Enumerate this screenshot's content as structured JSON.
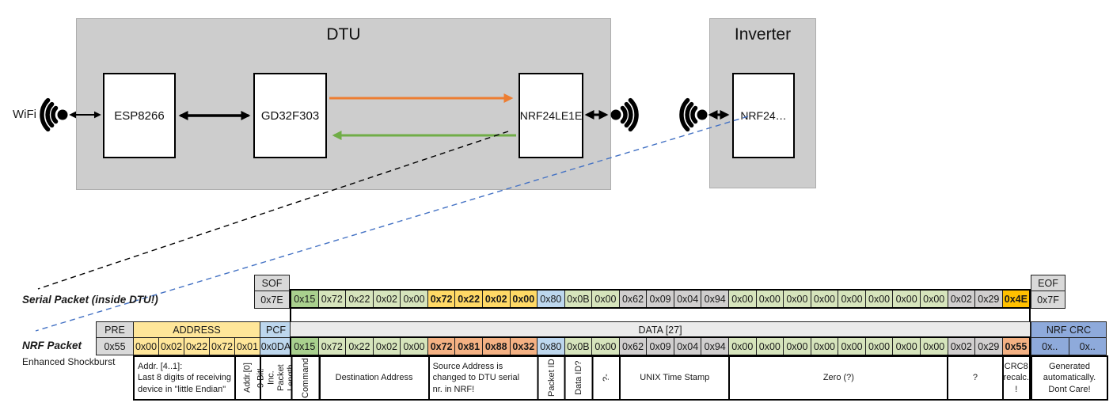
{
  "diagram": {
    "wifi_label": "WiFi",
    "dtu": {
      "title": "DTU",
      "components": [
        "ESP8266",
        "GD32F303",
        "NRF24LE1E"
      ]
    },
    "inverter": {
      "title": "Inverter",
      "component": "NRF24…"
    }
  },
  "serial_packet": {
    "label": "Serial Packet (inside DTU!)",
    "sof": {
      "header": "SOF",
      "value": "0x7E"
    },
    "eof": {
      "header": "EOF",
      "value": "0x7F"
    },
    "bytes": [
      {
        "v": "0x15",
        "c": "g2"
      },
      {
        "v": "0x72",
        "c": "g1"
      },
      {
        "v": "0x22",
        "c": "g1"
      },
      {
        "v": "0x02",
        "c": "g1"
      },
      {
        "v": "0x00",
        "c": "g1"
      },
      {
        "v": "0x72",
        "c": "gold"
      },
      {
        "v": "0x22",
        "c": "gold"
      },
      {
        "v": "0x02",
        "c": "gold"
      },
      {
        "v": "0x00",
        "c": "gold"
      },
      {
        "v": "0x80",
        "c": "blu"
      },
      {
        "v": "0x0B",
        "c": "g1"
      },
      {
        "v": "0x00",
        "c": "g1"
      },
      {
        "v": "0x62",
        "c": "gry"
      },
      {
        "v": "0x09",
        "c": "gry"
      },
      {
        "v": "0x04",
        "c": "gry"
      },
      {
        "v": "0x94",
        "c": "gry"
      },
      {
        "v": "0x00",
        "c": "g1"
      },
      {
        "v": "0x00",
        "c": "g1"
      },
      {
        "v": "0x00",
        "c": "g1"
      },
      {
        "v": "0x00",
        "c": "g1"
      },
      {
        "v": "0x00",
        "c": "g1"
      },
      {
        "v": "0x00",
        "c": "g1"
      },
      {
        "v": "0x00",
        "c": "g1"
      },
      {
        "v": "0x00",
        "c": "g1"
      },
      {
        "v": "0x02",
        "c": "gry"
      },
      {
        "v": "0x29",
        "c": "gry"
      },
      {
        "v": "0x4E",
        "c": "gold2"
      }
    ]
  },
  "nrf_packet": {
    "label": "NRF Packet",
    "sublabel": "Enhanced Shockburst",
    "pre": {
      "header": "PRE",
      "value": "0x55"
    },
    "address": {
      "header": "ADDRESS",
      "values": [
        "0x00",
        "0x02",
        "0x22",
        "0x72",
        "0x01"
      ]
    },
    "pcf": {
      "header": "PCF",
      "value": "0x0DA"
    },
    "data_header": "DATA [27]",
    "bytes": [
      {
        "v": "0x15",
        "c": "g2"
      },
      {
        "v": "0x72",
        "c": "g1"
      },
      {
        "v": "0x22",
        "c": "g1"
      },
      {
        "v": "0x02",
        "c": "g1"
      },
      {
        "v": "0x00",
        "c": "g1"
      },
      {
        "v": "0x72",
        "c": "sal"
      },
      {
        "v": "0x81",
        "c": "sal"
      },
      {
        "v": "0x88",
        "c": "sal"
      },
      {
        "v": "0x32",
        "c": "sal"
      },
      {
        "v": "0x80",
        "c": "blu"
      },
      {
        "v": "0x0B",
        "c": "g1"
      },
      {
        "v": "0x00",
        "c": "g1"
      },
      {
        "v": "0x62",
        "c": "gry"
      },
      {
        "v": "0x09",
        "c": "gry"
      },
      {
        "v": "0x04",
        "c": "gry"
      },
      {
        "v": "0x94",
        "c": "gry"
      },
      {
        "v": "0x00",
        "c": "g1"
      },
      {
        "v": "0x00",
        "c": "g1"
      },
      {
        "v": "0x00",
        "c": "g1"
      },
      {
        "v": "0x00",
        "c": "g1"
      },
      {
        "v": "0x00",
        "c": "g1"
      },
      {
        "v": "0x00",
        "c": "g1"
      },
      {
        "v": "0x00",
        "c": "g1"
      },
      {
        "v": "0x00",
        "c": "g1"
      },
      {
        "v": "0x02",
        "c": "gry"
      },
      {
        "v": "0x29",
        "c": "gry"
      },
      {
        "v": "0x55",
        "c": "sal"
      }
    ],
    "crc": {
      "header": "NRF CRC",
      "values": [
        "0x..",
        "0x.."
      ]
    },
    "annotations": [
      {
        "text": "Addr. [4..1]:\nLast 8 digits of receiving\ndevice in \"little Endian\"",
        "zone": "addr",
        "start": 1,
        "span": 4,
        "align": "left"
      },
      {
        "text": "Addr.[0]",
        "zone": "addr",
        "start": 5,
        "span": 1,
        "rot": true
      },
      {
        "text": "9 Bit!\nInc. Packet\nLength",
        "zone": "pcf",
        "start": 1,
        "span": 1,
        "rot": true
      },
      {
        "text": "Command",
        "zone": "data",
        "start": 1,
        "span": 1,
        "rot": true
      },
      {
        "text": "Destination Address",
        "zone": "data",
        "start": 2,
        "span": 4
      },
      {
        "text": "Source Address is\nchanged to DTU serial\nnr. in NRF!",
        "zone": "data",
        "start": 6,
        "span": 4,
        "c": "sal2",
        "align": "left"
      },
      {
        "text": "Packet ID",
        "zone": "data",
        "start": 10,
        "span": 1,
        "rot": true
      },
      {
        "text": "Data ID?",
        "zone": "data",
        "start": 11,
        "span": 1,
        "rot": true
      },
      {
        "text": "?-",
        "zone": "data",
        "start": 12,
        "span": 1,
        "rot": true
      },
      {
        "text": "UNIX Time Stamp",
        "zone": "data",
        "start": 13,
        "span": 4
      },
      {
        "text": "Zero (?)",
        "zone": "data",
        "start": 17,
        "span": 8
      },
      {
        "text": "?",
        "zone": "data",
        "start": 25,
        "span": 2
      },
      {
        "text": "CRC8\nrecalc.\n!",
        "zone": "data",
        "start": 27,
        "span": 1,
        "c": "sal2"
      },
      {
        "text": "Generated\nautomatically.\nDont Care!",
        "zone": "crc",
        "start": 1,
        "span": 2
      }
    ]
  },
  "colors": {
    "command_green": "#A9D08E",
    "field_green": "#D6E4BC",
    "serial_source_gold": "#FFD966",
    "serial_crc_gold": "#FFC000",
    "nrf_source_salmon": "#F4B183",
    "annotation_salmon": "#F7CBAC",
    "id_blue": "#BDD7EE",
    "timestamp_gray": "#D0CECE",
    "address_yellow": "#FFE699",
    "header_gray": "#D9D9D9",
    "nrf_crc_blue": "#8EAADB",
    "orange_arrow": "#ED7D31",
    "green_arrow": "#70AD47",
    "dashed_blue": "#4472C4"
  }
}
